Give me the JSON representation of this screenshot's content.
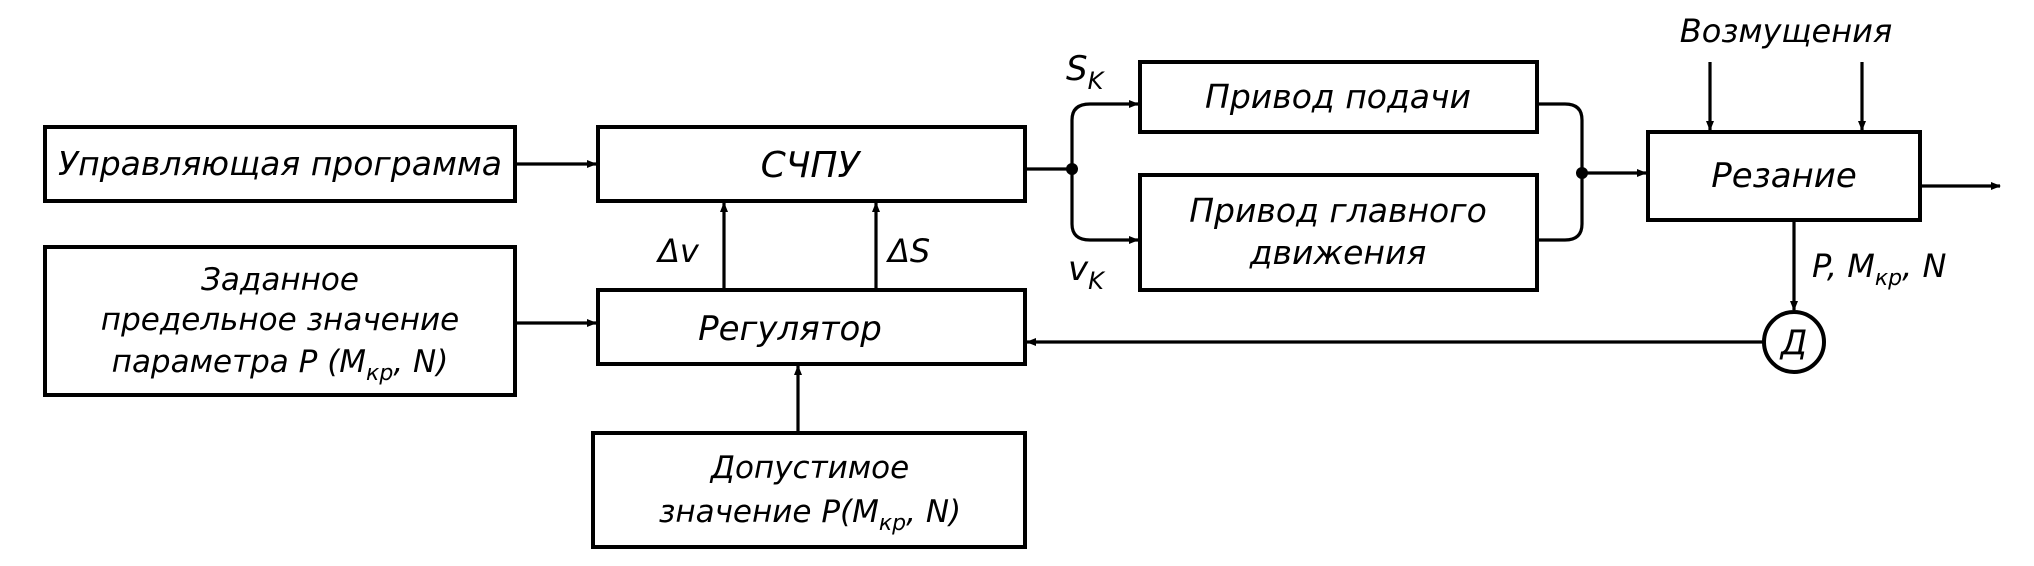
{
  "blocks": {
    "control_program": "Управляющая программа",
    "cnc": "СЧПУ",
    "regulator": "Регулятор",
    "setpoint": [
      "Заданное",
      "предельное значение",
      "параметра P (M",
      "кр",
      ", N)"
    ],
    "allowable": [
      "Допустимое",
      "значение P(M",
      "кр",
      ", N)"
    ],
    "feed_drive": "Привод подачи",
    "main_drive": [
      "Привод главного",
      "движения"
    ],
    "cutting": "Резание",
    "sensor": "Д"
  },
  "labels": {
    "disturbances": "Возмущения",
    "delta_v": "Δv",
    "delta_s": "ΔS",
    "s_k": [
      "S",
      "K"
    ],
    "v_k": [
      "v",
      "K"
    ],
    "output_params": [
      "P, M",
      "кр",
      ", N"
    ]
  }
}
